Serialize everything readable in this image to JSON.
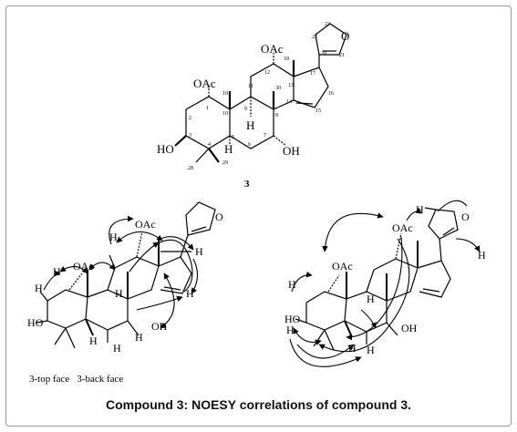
{
  "figure": {
    "compound_label": "3",
    "caption": "Compound 3: NOESY correlations of compound 3.",
    "legend": [
      "3-top face",
      "3-back face"
    ]
  },
  "structure": {
    "substituents": {
      "oac": "OAc",
      "oh": "OH",
      "ho": "HO",
      "h": "H",
      "o": "O"
    },
    "numbering": [
      "1",
      "2",
      "3",
      "4",
      "5",
      "6",
      "7",
      "8",
      "9",
      "10",
      "11",
      "12",
      "13",
      "14",
      "15",
      "16",
      "17",
      "18",
      "19",
      "20",
      "21",
      "22",
      "23",
      "28",
      "29",
      "30"
    ]
  }
}
